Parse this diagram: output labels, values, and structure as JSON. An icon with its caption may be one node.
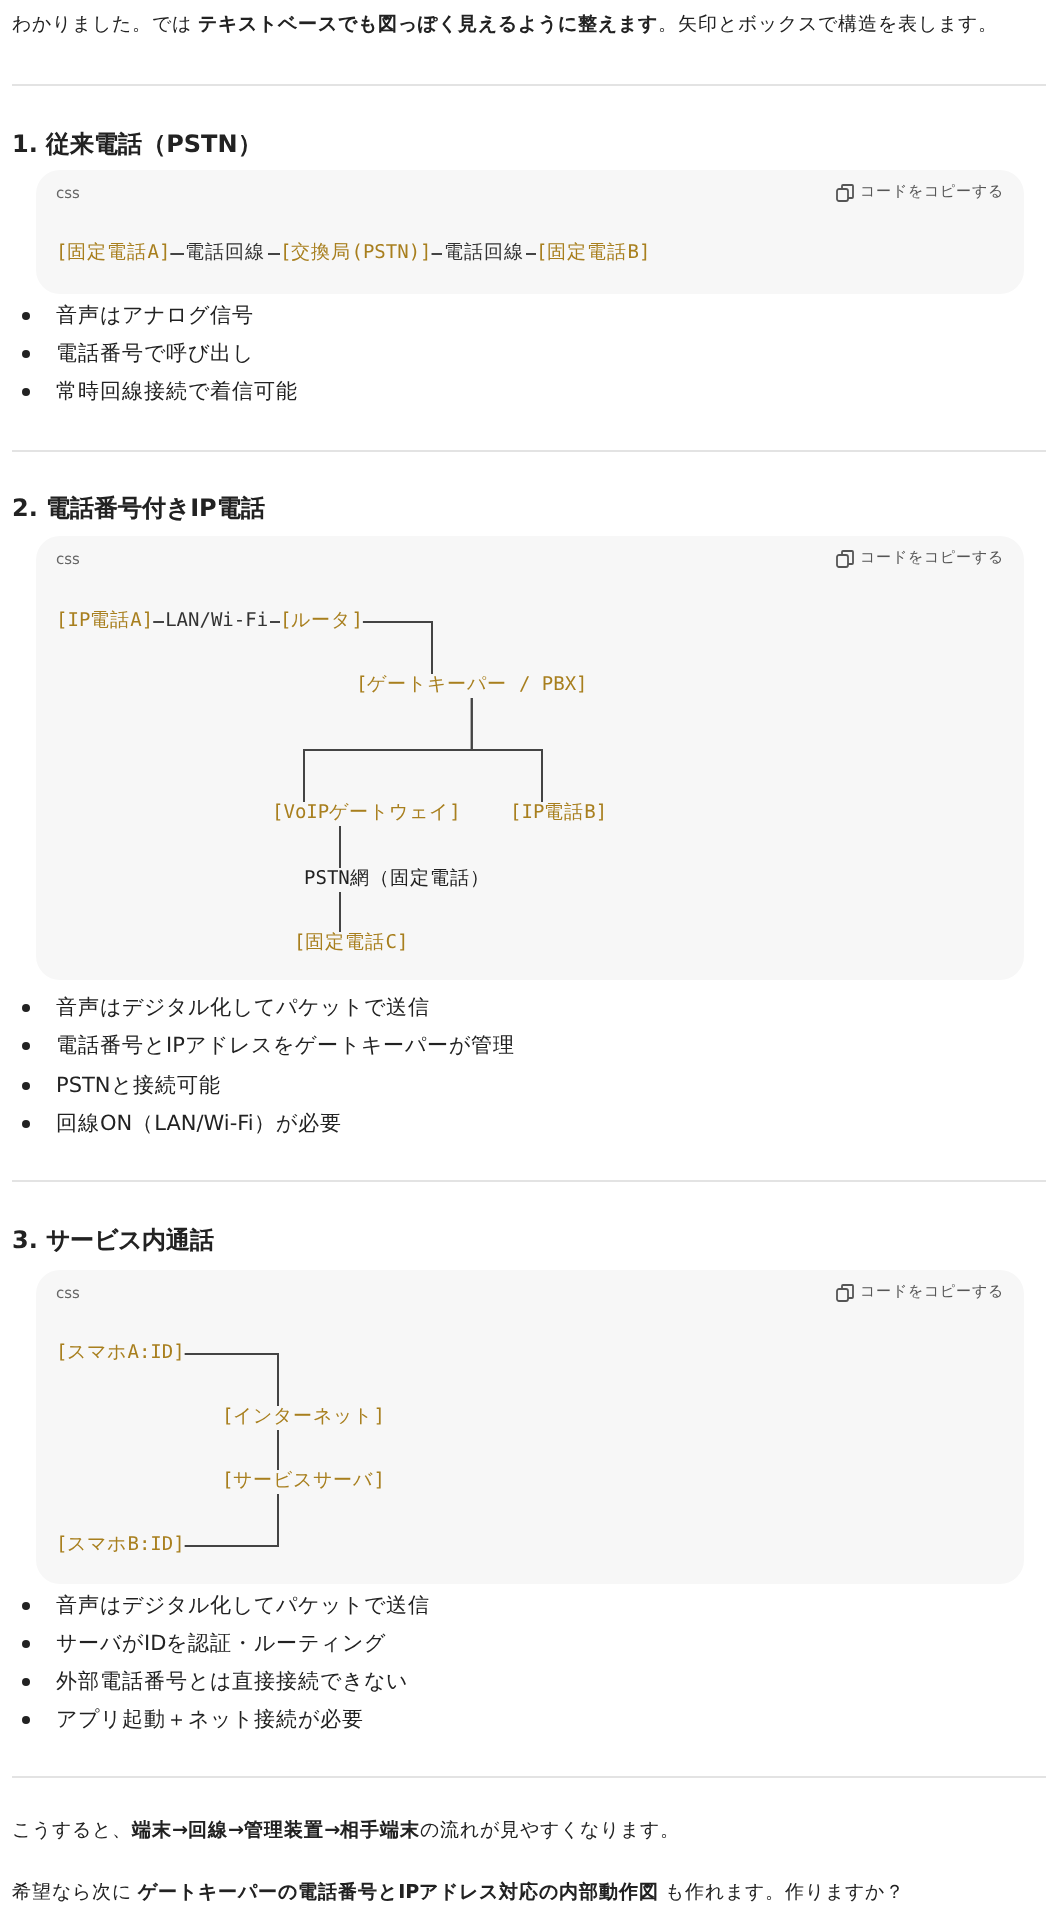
{
  "diagram": {
    "nodes": [
      {
        "text": [
          "css",
          "コードをコピーする"
        ]
      },
      {
        "text": [
          "[固定電話A]"
        ],
        "in": 0
      },
      {
        "text": [
          "[交換局(PSTN)]"
        ],
        "in": 0
      },
      {
        "text": [
          "[固定電話B]"
        ],
        "in": 0
      },
      {
        "text": [
          "css",
          "コードをコピーする"
        ]
      },
      {
        "text": [
          "[IP電話A]"
        ],
        "in": 4
      },
      {
        "text": [
          "[ルータ]"
        ],
        "in": 4
      },
      {
        "text": [
          "[ゲートキーパー / PBX]"
        ],
        "in": 4
      },
      {
        "text": [
          "[VoIPゲートウェイ]"
        ],
        "in": 4
      },
      {
        "text": [
          "[IP電話B]"
        ],
        "in": 4
      },
      {
        "text": [
          "PSTN網（固定電話）"
        ],
        "in": 4
      },
      {
        "text": [
          "[固定電話C]"
        ],
        "in": 4
      },
      {
        "text": [
          "css",
          "コードをコピーする"
        ]
      },
      {
        "text": [
          "[スマホA:ID]"
        ],
        "in": 12
      },
      {
        "text": [
          "[インターネット]"
        ],
        "in": 12
      },
      {
        "text": [
          "[サービスサーバ]"
        ],
        "in": 12
      },
      {
        "text": [
          "[スマホB:ID]"
        ],
        "in": 12
      }
    ],
    "edges": [
      {
        "from": 1,
        "to": 2,
        "arrow": "none",
        "label": "電話回線"
      },
      {
        "from": 2,
        "to": 3,
        "arrow": "none",
        "label": "電話回線"
      },
      {
        "from": 5,
        "to": 6,
        "arrow": "none",
        "label": "LAN/Wi-Fi"
      },
      {
        "from": 6,
        "to": 7,
        "arrow": "none"
      },
      {
        "from": 7,
        "to": 8,
        "arrow": "none"
      },
      {
        "from": 7,
        "to": 9,
        "arrow": "none"
      },
      {
        "from": 8,
        "to": 10,
        "arrow": "none"
      },
      {
        "from": 10,
        "to": 11,
        "arrow": "none"
      },
      {
        "from": 13,
        "to": 14,
        "arrow": "none"
      },
      {
        "from": 14,
        "to": 15,
        "arrow": "none"
      },
      {
        "from": 15,
        "to": 16,
        "arrow": "none"
      }
    ],
    "labels": [
      "わかりました。では **テキストベースでも図っぽく見えるように整えます**。矢印とボックスで構造を表します。",
      "1. 従来電話（PSTN）",
      "音声はアナログ信号",
      "電話番号で呼び出し",
      "常時回線接続で着信可能",
      "2. 電話番号付きIP電話",
      "音声はデジタル化してパケットで送信",
      "電話番号とIPアドレスをゲートキーパーが管理",
      "PSTNと接続可能",
      "回線ON（LAN/Wi-Fi）が必要",
      "3. サービス内通話",
      "音声はデジタル化してパケットで送信",
      "サーバがIDを認証・ルーティング",
      "外部電話番号とは直接接続できない",
      "アプリ起動＋ネット接続が必要",
      "こうすると、**端末→回線→管理装置→相手端末**の流れが見やすくなります。",
      "希望なら次に **ゲートキーパーの電話番号とIPアドレス対応の内部動作図** も作れます。作りますか？"
    ]
  }
}
